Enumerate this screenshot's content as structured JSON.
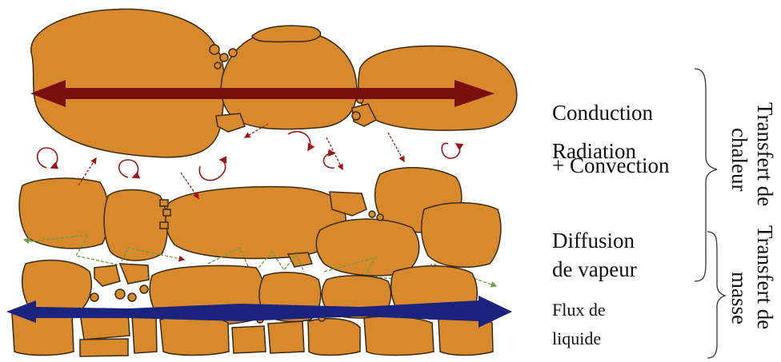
{
  "labels": {
    "conduction": "Conduction",
    "radiation": "Radiation",
    "convection": "+ Convection",
    "diffusion_l1": "Diffusion",
    "diffusion_l2": "de vapeur",
    "flux_l1": "Flux de",
    "flux_l2": "liquide",
    "heat_l1": "Transfert de",
    "heat_l2": "chaleur",
    "mass_l1": "Transfert de",
    "mass_l2": "masse"
  },
  "colors": {
    "grain": "#D8892C",
    "grain_outline": "#3a2a14",
    "conduction_arrow": "#7A0F0F",
    "liquid_arrow": "#1A237E",
    "radiation_arrow": "#A01515",
    "vapour_arrow": "#6E9E3E",
    "bracket": "#333333"
  }
}
